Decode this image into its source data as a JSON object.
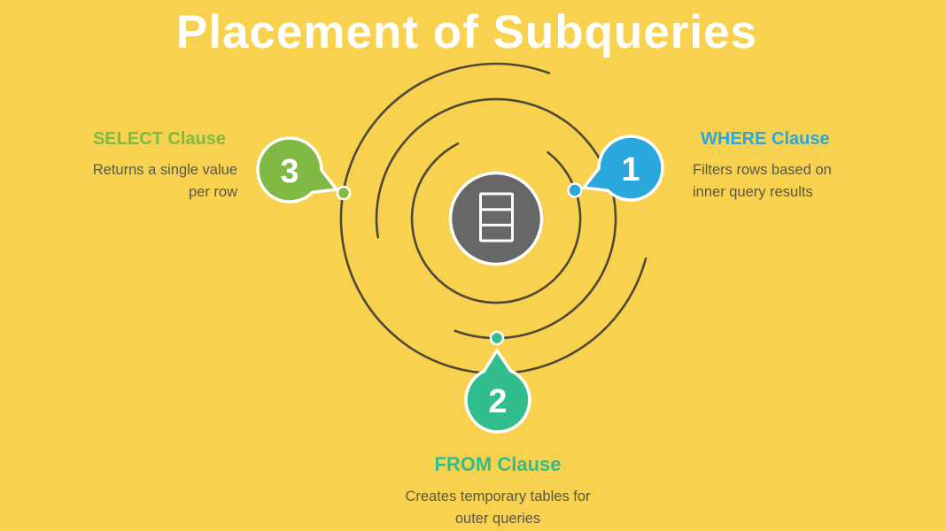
{
  "title": "Placement of Subqueries",
  "colors": {
    "background": "#F8D24E",
    "title_text": "#FFFFFF",
    "orbit_line": "#4D4937",
    "body_text": "#5A5747",
    "center_circle_fill": "#676767",
    "center_icon_stroke": "#FFFFFF",
    "step1_blue": "#2AA7DC",
    "step2_teal": "#31BD8C",
    "step3_green": "#80B943"
  },
  "center": {
    "icon": "table-icon"
  },
  "steps": [
    {
      "number": "1",
      "title": "WHERE Clause",
      "desc_line1": "Filters rows based on",
      "desc_line2": "inner query results",
      "color": "#2AA7DC",
      "position": "right"
    },
    {
      "number": "2",
      "title": "FROM Clause",
      "desc_line1": "Creates temporary tables for",
      "desc_line2": "outer queries",
      "color": "#31BD8C",
      "position": "bottom"
    },
    {
      "number": "3",
      "title": "SELECT Clause",
      "desc_line1": "Returns a single value",
      "desc_line2": "per row",
      "color": "#80B943",
      "position": "left"
    }
  ]
}
